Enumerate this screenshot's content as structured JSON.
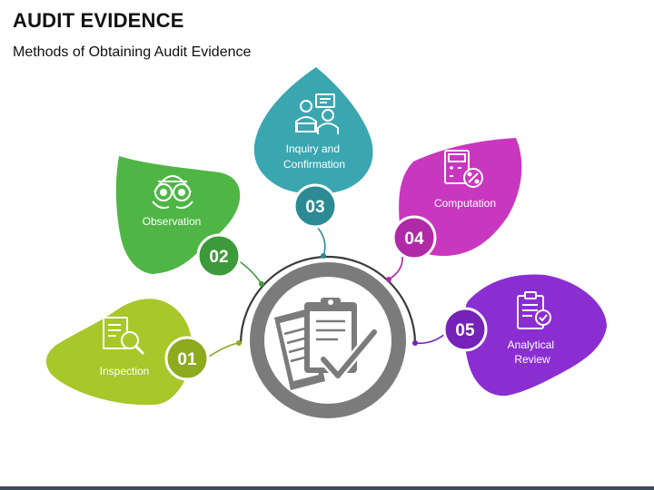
{
  "header": {
    "title": "AUDIT EVIDENCE",
    "subtitle": "Methods of Obtaining Audit Evidence"
  },
  "center": {
    "icon": "clipboard-documents-check-icon"
  },
  "methods": [
    {
      "number": "01",
      "label_lines": [
        "Inspection"
      ],
      "color": "#8eab1f",
      "petal_color": "#a8c72a",
      "icon": "document-magnifier-icon"
    },
    {
      "number": "02",
      "label_lines": [
        "Observation"
      ],
      "color": "#3d9a3a",
      "petal_color": "#4fb646",
      "icon": "binoculars-icon"
    },
    {
      "number": "03",
      "label_lines": [
        "Inquiry and",
        "Confirmation"
      ],
      "color": "#2b8a93",
      "petal_color": "#3aa6b0",
      "icon": "conversation-people-icon"
    },
    {
      "number": "04",
      "label_lines": [
        "Computation"
      ],
      "color": "#b02aa8",
      "petal_color": "#c937bf",
      "icon": "calculator-icon"
    },
    {
      "number": "05",
      "label_lines": [
        "Analytical",
        "Review"
      ],
      "color": "#7422b8",
      "petal_color": "#8a2ed2",
      "icon": "clipboard-check-icon"
    }
  ]
}
